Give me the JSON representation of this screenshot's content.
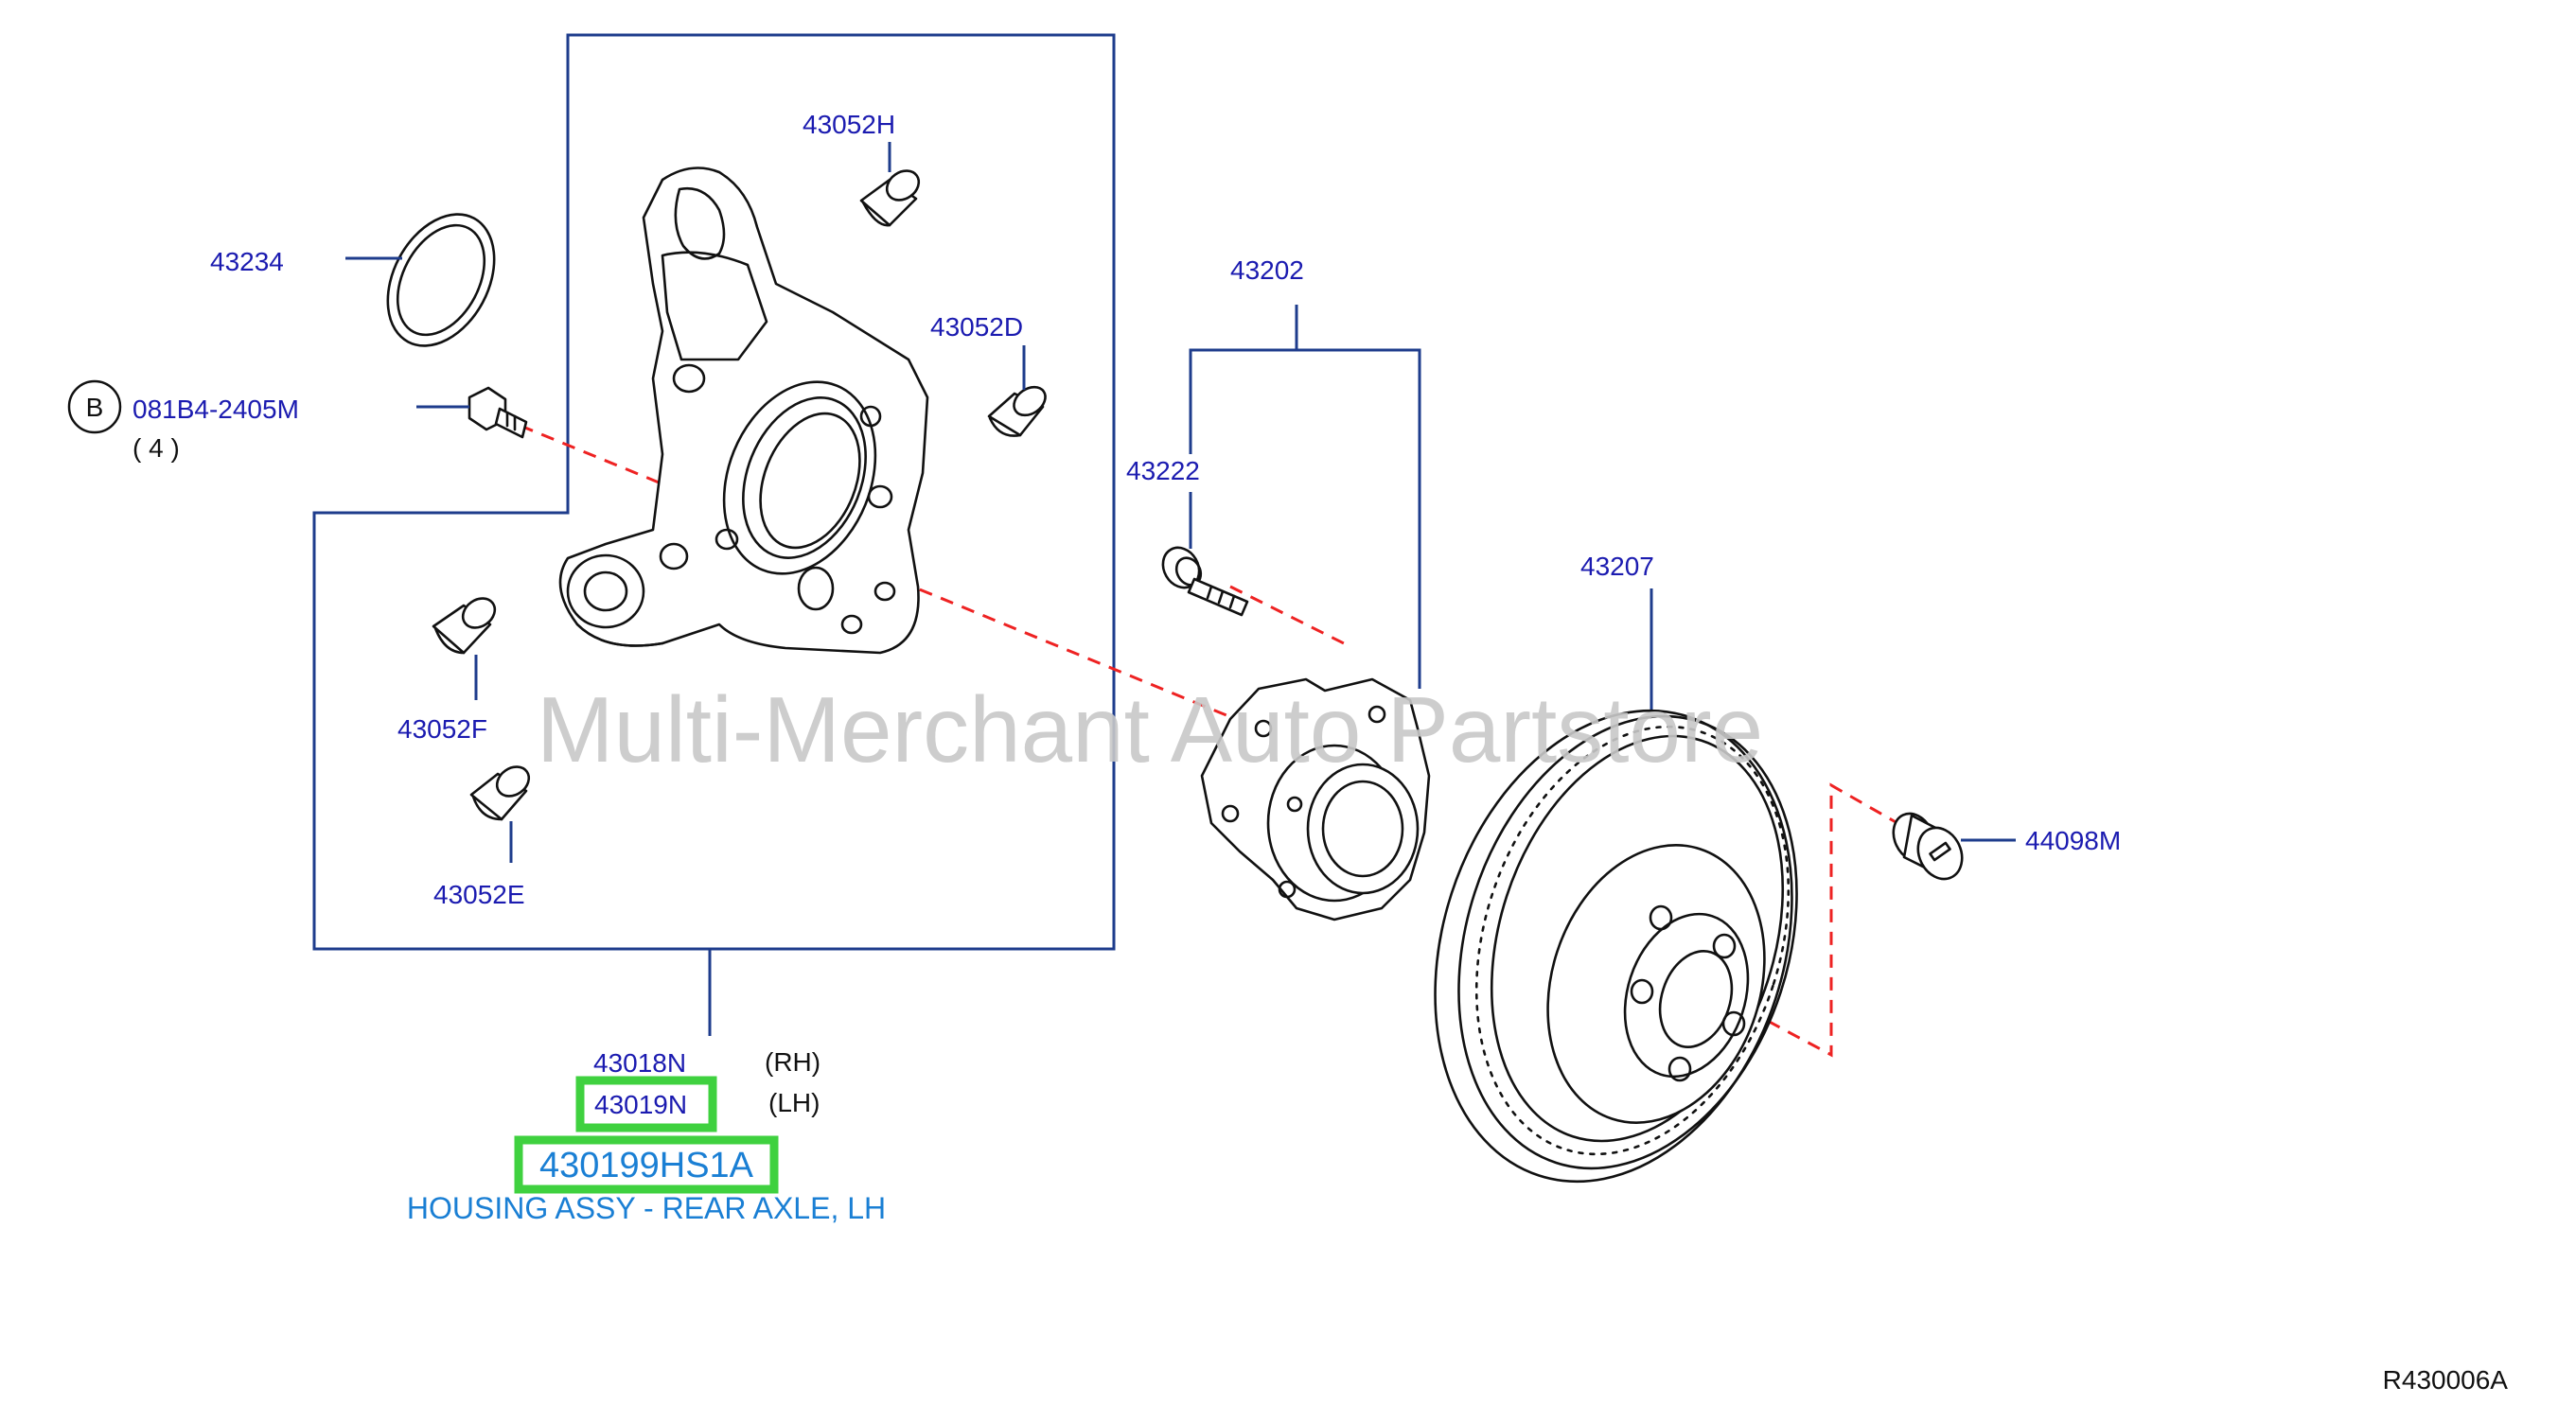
{
  "diagram": {
    "callouts": {
      "p43052H": "43052H",
      "p43234": "43234",
      "p43052D": "43052D",
      "bolt_ref_letter": "B",
      "bolt_part": "081B4-2405M",
      "bolt_qty": "( 4 )",
      "p43202": "43202",
      "p43222": "43222",
      "p43207": "43207",
      "p43052F": "43052F",
      "p43052E": "43052E",
      "p44098M": "44098M",
      "p43018N": "43018N",
      "rh": "(RH)",
      "p43019N": "43019N",
      "lh": "(LH)"
    },
    "selected_part": {
      "number": "430199HS1A",
      "description": "HOUSING ASSY - REAR AXLE, LH"
    },
    "watermark": "Multi-Merchant Auto Partstore",
    "diagram_code": "R430006A"
  },
  "colors": {
    "label": "#1b1bb0",
    "selected_label": "#1a7fd4",
    "highlight": "#3fd13f",
    "guide_dash": "#ee2222",
    "watermark": "#c8c8c8"
  }
}
